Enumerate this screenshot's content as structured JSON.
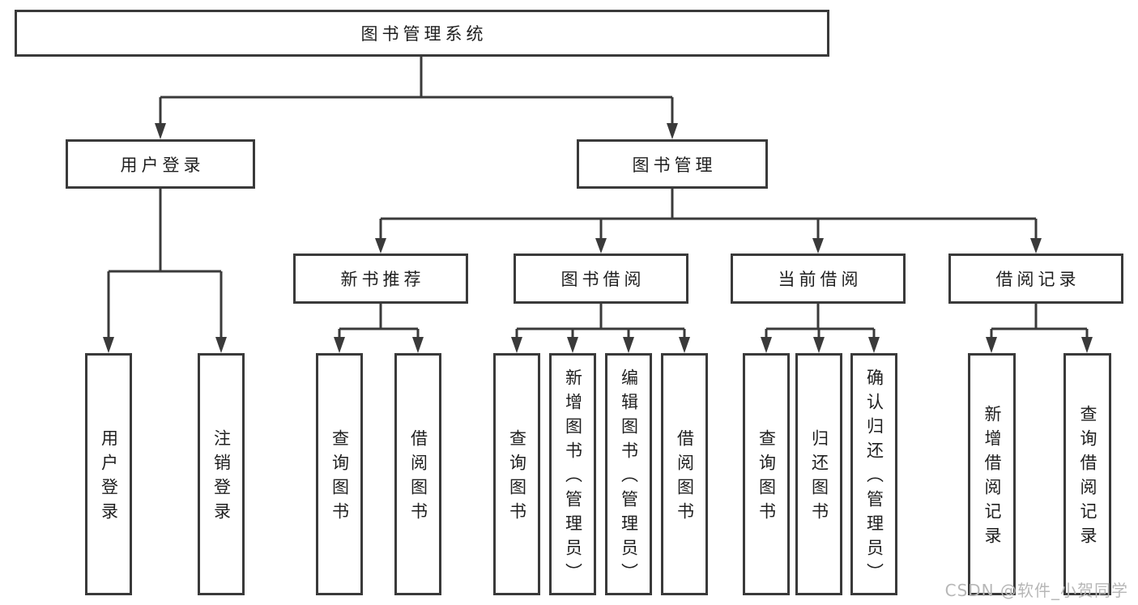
{
  "diagram_type": "hierarchy-tree",
  "colors": {
    "line": "#3a3a3a",
    "box_border": "#3a3a3a",
    "text": "#1f1f1f",
    "background": "#ffffff",
    "watermark": "#b7b7b7"
  },
  "watermark": "CSDN @软件_小贺同学",
  "tree": {
    "label": "图书管理系统",
    "children": [
      {
        "label": "用户登录",
        "children": [
          {
            "label": "用户登录"
          },
          {
            "label": "注销登录"
          }
        ]
      },
      {
        "label": "图书管理",
        "children": [
          {
            "label": "新书推荐",
            "children": [
              {
                "label": "查询图书"
              },
              {
                "label": "借阅图书"
              }
            ]
          },
          {
            "label": "图书借阅",
            "children": [
              {
                "label": "查询图书"
              },
              {
                "label": "新增图书（管理员）"
              },
              {
                "label": "编辑图书（管理员）"
              },
              {
                "label": "借阅图书"
              }
            ]
          },
          {
            "label": "当前借阅",
            "children": [
              {
                "label": "查询图书"
              },
              {
                "label": "归还图书"
              },
              {
                "label": "确认归还（管理员）"
              }
            ]
          },
          {
            "label": "借阅记录",
            "children": [
              {
                "label": "新增借阅记录"
              },
              {
                "label": "查询借阅记录"
              }
            ]
          }
        ]
      }
    ]
  }
}
